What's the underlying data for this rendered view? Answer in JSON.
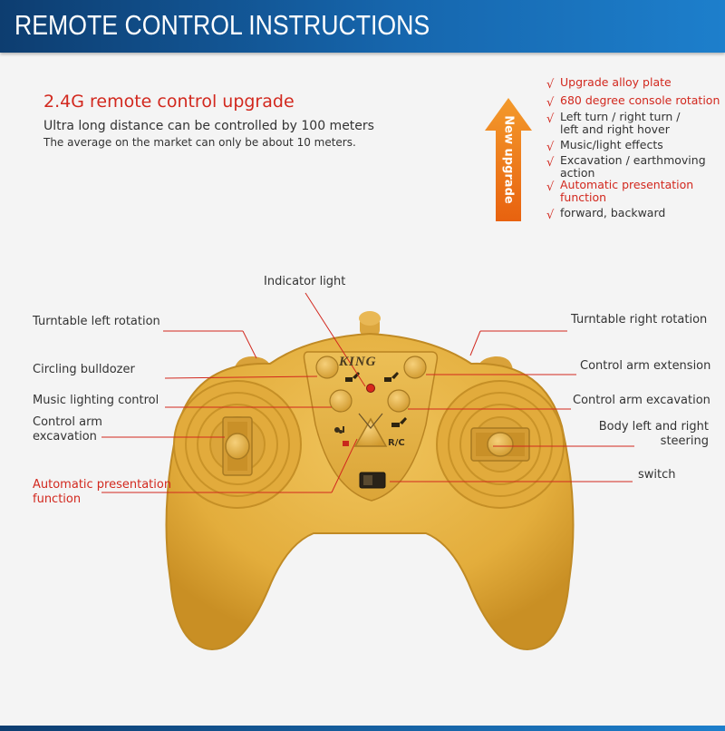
{
  "header": {
    "title": "REMOTE CONTROL INSTRUCTIONS"
  },
  "upgrade": {
    "title": "2.4G remote control upgrade",
    "line1": "Ultra long distance can be controlled by 100 meters",
    "line2": "The average on the market can only be about 10 meters."
  },
  "badge": {
    "text": "New upgrade"
  },
  "features": [
    {
      "text": "Upgrade alloy plate",
      "highlight": true
    },
    {
      "text": "680 degree console rotation",
      "highlight": true
    },
    {
      "text": "Left turn / right turn / left and right hover",
      "highlight": false
    },
    {
      "text": "Music/light effects",
      "highlight": false
    },
    {
      "text": "Excavation / earthmoving action",
      "highlight": false
    },
    {
      "text": "Automatic presentation function",
      "highlight": true
    },
    {
      "text": "forward, backward",
      "highlight": false
    }
  ],
  "check_mark": "√",
  "controller": {
    "brand": "KING",
    "rc_label": "R/C"
  },
  "labels": {
    "indicator_light": "Indicator light",
    "turntable_left": "Turntable left rotation",
    "circling_bulldozer": "Circling bulldozer",
    "music_lighting": "Music lighting control",
    "control_arm_excavation_left": "Control arm excavation",
    "auto_presentation": "Automatic presentation function",
    "turntable_right": "Turntable right rotation",
    "control_arm_extension": "Control arm extension",
    "control_arm_excavation_right": "Control arm excavation",
    "body_left_right": "Body left and right steering",
    "switch": "switch"
  },
  "colors": {
    "header_blue": "#1666ad",
    "accent_red": "#d2281e",
    "arrow_orange": "#f07a18",
    "controller_yellow": "#e8b440"
  }
}
